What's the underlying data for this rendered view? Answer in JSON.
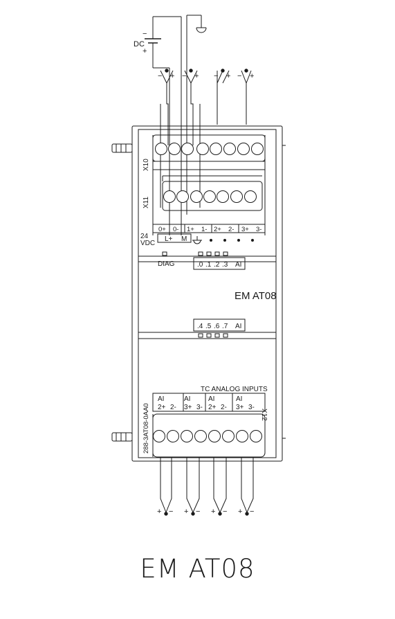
{
  "title": "EM AT08",
  "module": {
    "name": "EM  AT08",
    "part_number": "288-3AT08-0AA0",
    "x10": "X10",
    "x11": "X11",
    "x12": "X12",
    "vdc_top": "24",
    "vdc_bottom": "VDC",
    "lplus": "L+",
    "m": "M",
    "diag": "DIAG",
    "ai": "AI",
    "tc_title": "TC ANALOG INPUTS",
    "dc": "DC",
    "dc_minus": "−",
    "dc_plus": "+",
    "top_terminals": [
      "0+",
      "0-",
      "1+",
      "1-",
      "2+",
      "2-",
      "3+",
      "3-"
    ],
    "leds_top": [
      ".0",
      ".1",
      ".2",
      ".3"
    ],
    "leds_bottom": [
      ".4",
      ".5",
      ".6",
      ".7"
    ],
    "bottom_groups": [
      {
        "ai": "AI",
        "a": "2+",
        "b": "2-"
      },
      {
        "ai": "AI",
        "a": "3+",
        "b": "3-"
      },
      {
        "ai": "AI",
        "a": "2+",
        "b": "2-"
      },
      {
        "ai": "AI",
        "a": "3+",
        "b": "3-"
      }
    ],
    "sensor_top_labels": [
      "−",
      "+"
    ],
    "sensor_bottom_labels": [
      "+",
      "−"
    ]
  },
  "colors": {
    "line": "#1a1a1a",
    "panel": "#ffffff"
  }
}
